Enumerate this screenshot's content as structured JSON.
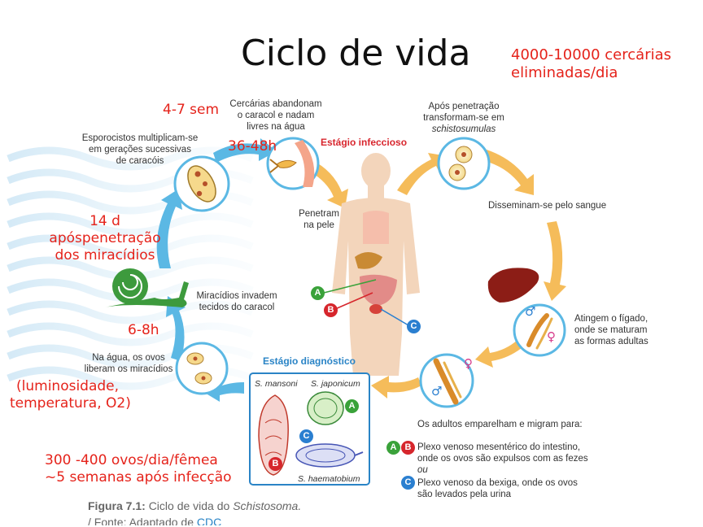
{
  "title": "Ciclo de vida",
  "annotations": {
    "cercarias": [
      "4000-10000 cercárias",
      "eliminadas/dia"
    ],
    "weeks": "4-7 sem",
    "hours_36_48": "36-48h",
    "days14": [
      "14 d",
      "apóspenetração",
      "dos miracídios"
    ],
    "hours_6_8": "6-8h",
    "conditions": [
      "(luminosidade,",
      "temperatura, O2)"
    ],
    "eggs": [
      "300 -400 ovos/dia/fêmea",
      "~5 semanas após infecção"
    ]
  },
  "labels": {
    "cercarias_abandonam": [
      "Cercárias abandonam",
      "o caracol e nadam",
      "livres na água"
    ],
    "esporocistos": [
      "Esporocistos multiplicam-se",
      "em gerações sucessivas",
      "de caracóis"
    ],
    "estagio_infeccioso": "Estágio infeccioso",
    "apos_penetracao": [
      "Após penetração",
      "transformam-se em",
      "schistosumulas"
    ],
    "penetram": [
      "Penetram",
      "na pele"
    ],
    "disseminam": "Disseminam-se pelo sangue",
    "miracidios": [
      "Miracídios invadem",
      "tecidos do caracol"
    ],
    "atingem": [
      "Atingem o fígado,",
      "onde se maturam",
      "as formas adultas"
    ],
    "na_agua": [
      "Na água, os ovos",
      "liberam os miracídios"
    ],
    "estagio_diagnostico": "Estágio diagnóstico",
    "s_mansoni": "S. mansoni",
    "s_japonicum": "S. japonicum",
    "s_haematobium": "S. haematobium",
    "adultos": "Os adultos emparelham e migram para:",
    "plexo_mesenterico": [
      "Plexo venoso mesentérico do intestino,",
      "onde os ovos são expulsos com as fezes"
    ],
    "ou": "ou",
    "plexo_bexiga": [
      "Plexo venoso da bexiga, onde os ovos",
      "são levados pela urina"
    ]
  },
  "badges": {
    "a": "A",
    "b": "B",
    "c": "C"
  },
  "symbols": {
    "male": "♂",
    "female": "♀"
  },
  "caption": {
    "figure": "Figura 7.1:",
    "text": "Ciclo de vida do",
    "species": "Schistosoma.",
    "source": "/ Fonte: Adaptado de",
    "source_link": "CDC"
  },
  "icons": [
    "snail-icon",
    "liver-icon",
    "human-body-icon",
    "cercaria-icon",
    "egg-icon",
    "worm-icon"
  ],
  "colors": {
    "annotation_red": "#e5231b",
    "arrow_blue": "#5bb8e4",
    "arrow_orange": "#f5bc5a",
    "snail_green": "#3d9a3d",
    "diagnostic_blue": "#2a84c6"
  }
}
